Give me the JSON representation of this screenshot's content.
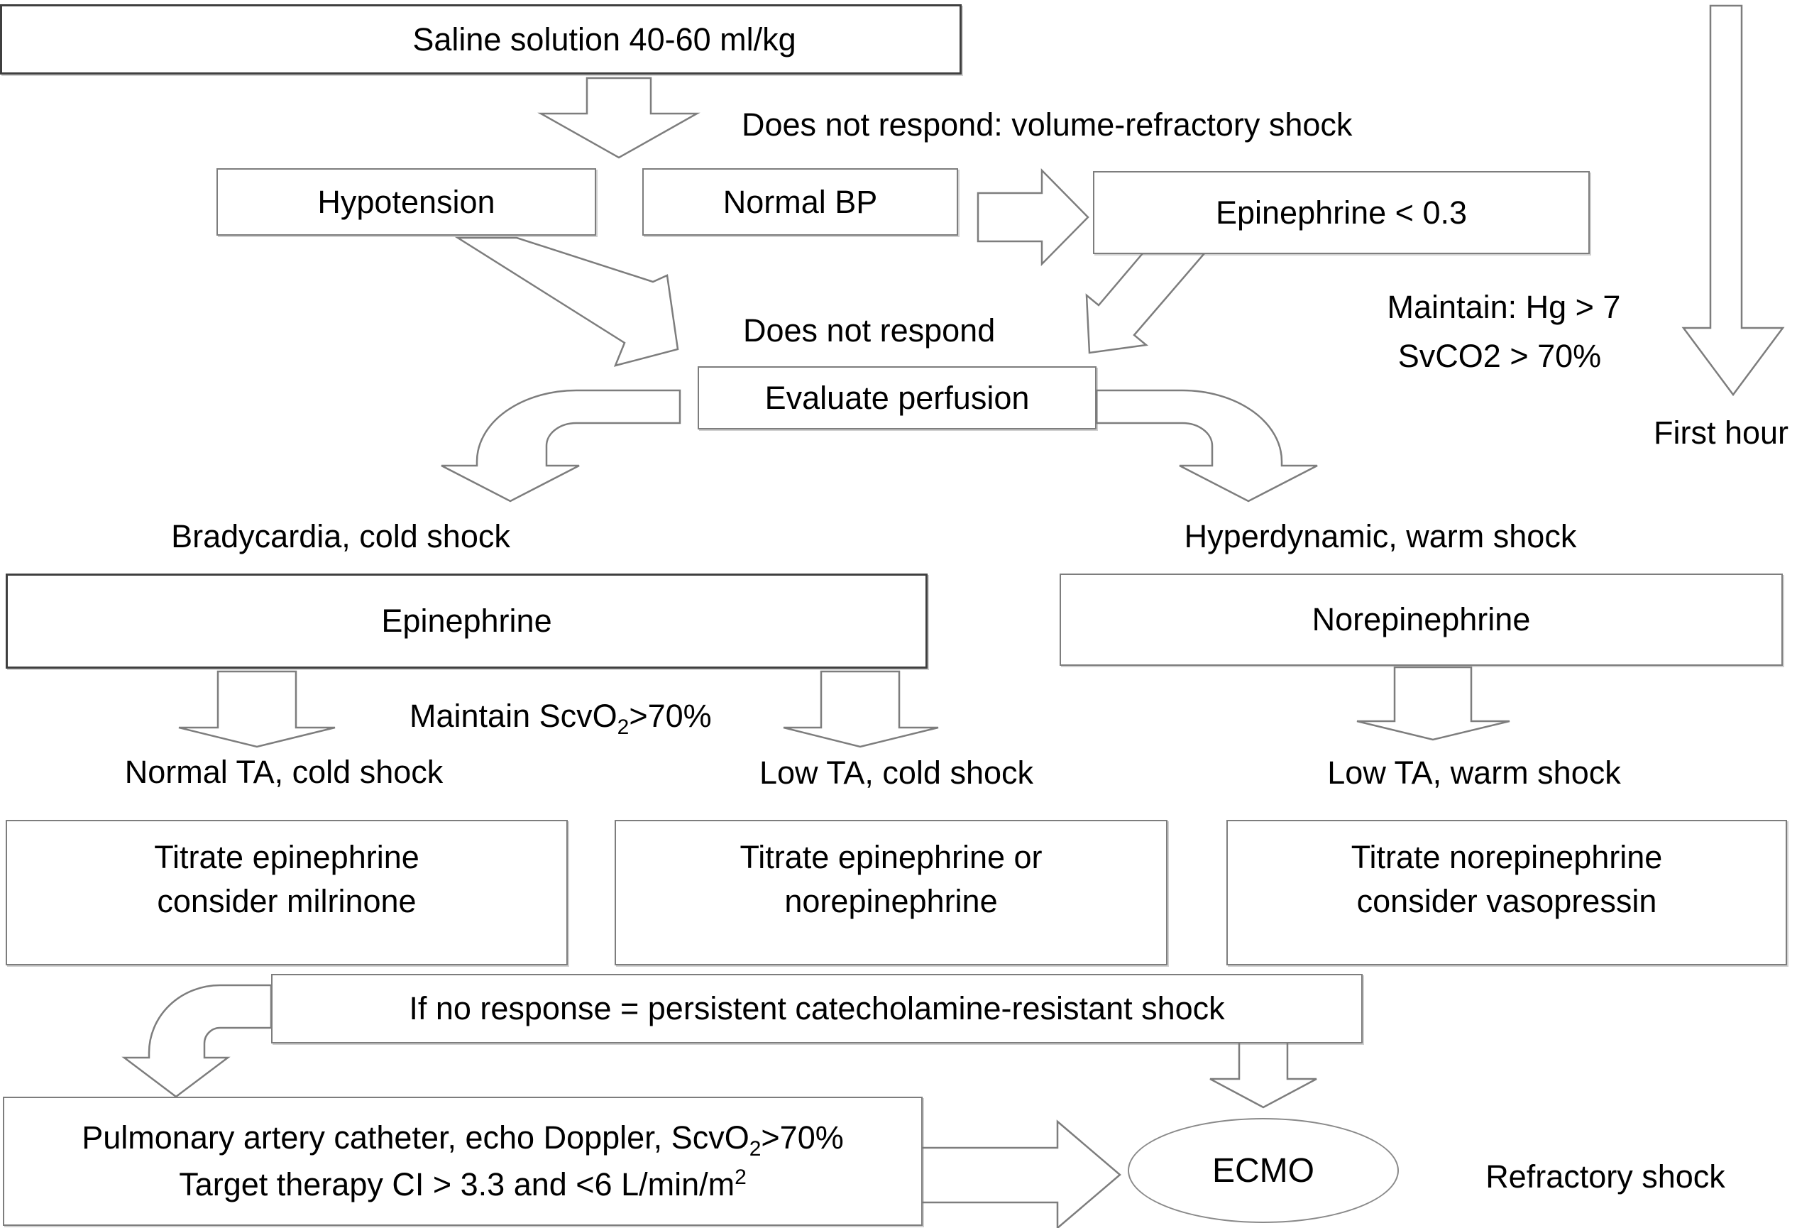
{
  "boxes": {
    "saline": {
      "label": "Saline solution 40-60 ml/kg"
    },
    "hypotension": {
      "label": "Hypotension"
    },
    "normal_bp": {
      "label": "Normal BP"
    },
    "epinephrine_low": {
      "label": "Epinephrine < 0.3"
    },
    "evaluate_perfusion": {
      "label": "Evaluate perfusion"
    },
    "epinephrine": {
      "label": "Epinephrine"
    },
    "norepinephrine": {
      "label": "Norepinephrine"
    },
    "titrate_epinephrine": {
      "line1": "Titrate epinephrine",
      "line2": "consider milrinone"
    },
    "titrate_epi_or_nor": {
      "line1": "Titrate epinephrine or",
      "line2": "norepinephrine"
    },
    "titrate_norepinephrine": {
      "line1": "Titrate norepinephrine",
      "line2": "consider vasopressin"
    },
    "if_no_response": {
      "label": "If no response = persistent catecholamine-resistant shock"
    },
    "pulmonary": {
      "line1_pre": "Pulmonary artery catheter, echo Doppler, ScvO",
      "line1_sub": "2",
      "line1_post": ">70%",
      "line2_pre": "Target therapy CI > 3.3 and <6 L/min/m",
      "line2_sup": "2"
    },
    "ecmo": {
      "label": "ECMO"
    }
  },
  "labels": {
    "volume_refractory": "Does not respond: volume-refractory shock",
    "does_not_respond": "Does not respond",
    "maintain_hg": "Maintain: Hg > 7",
    "svco2": "SvCO2 > 70%",
    "first_hour": "First hour",
    "bradycardia": "Bradycardia, cold shock",
    "hyperdynamic": "Hyperdynamic, warm shock",
    "maintain_scvo2_pre": "Maintain ScvO",
    "maintain_scvo2_sub": "2",
    "maintain_scvo2_post": ">70%",
    "normal_ta": "Normal TA, cold shock",
    "low_ta_cold": "Low TA, cold shock",
    "low_ta_warm": "Low TA, warm shock",
    "refractory_shock": "Refractory shock"
  },
  "colors": {
    "background": "#ffffff",
    "box_border": "#7d7d7d",
    "dark_border": "#3f3f3f",
    "arrow_stroke": "#7d7d7d",
    "text": "#000000"
  }
}
